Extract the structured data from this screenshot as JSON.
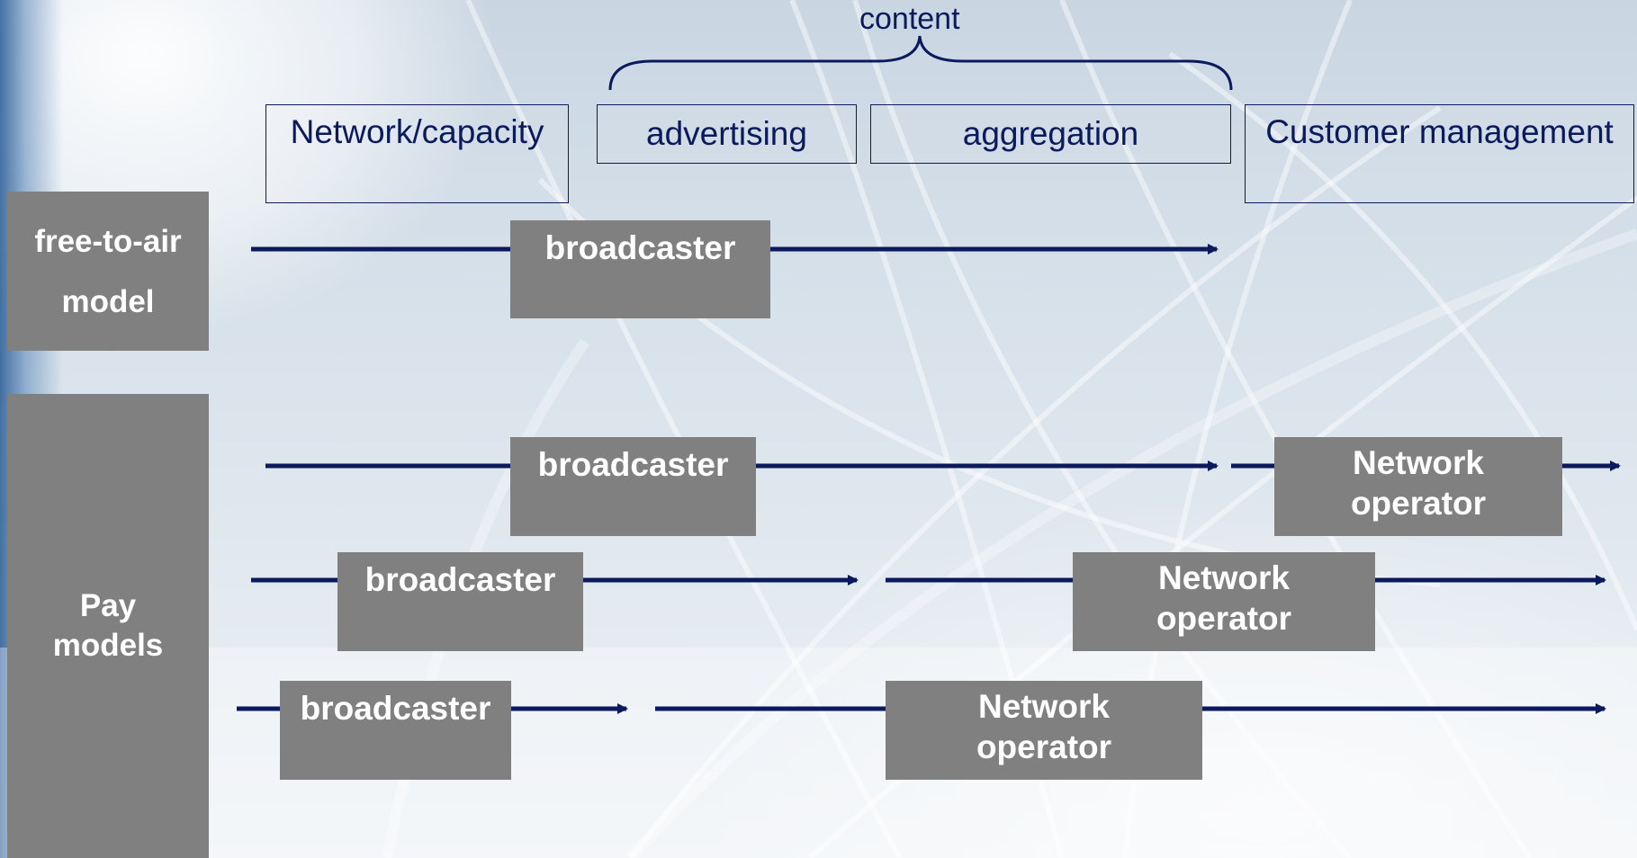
{
  "content_label": "content",
  "headers": {
    "network_capacity": "Network/capacity",
    "advertising": "advertising",
    "aggregation": "aggregation",
    "customer_management": "Customer management"
  },
  "side_labels": {
    "free_to_air_line1": "free-to-air",
    "free_to_air_line2": "model",
    "pay_line1": "Pay",
    "pay_line2": "models"
  },
  "rows": {
    "fta_broadcaster": "broadcaster",
    "pay1_broadcaster": "broadcaster",
    "pay1_operator_line1": "Network",
    "pay1_operator_line2": "operator",
    "pay2_broadcaster": "broadcaster",
    "pay2_operator_line1": "Network",
    "pay2_operator_line2": "operator",
    "pay3_broadcaster": "broadcaster",
    "pay3_operator_line1": "Network",
    "pay3_operator_line2": "operator"
  },
  "colors": {
    "line": "#0b1a5c",
    "box_fill": "#808080",
    "box_text": "#ffffff"
  }
}
